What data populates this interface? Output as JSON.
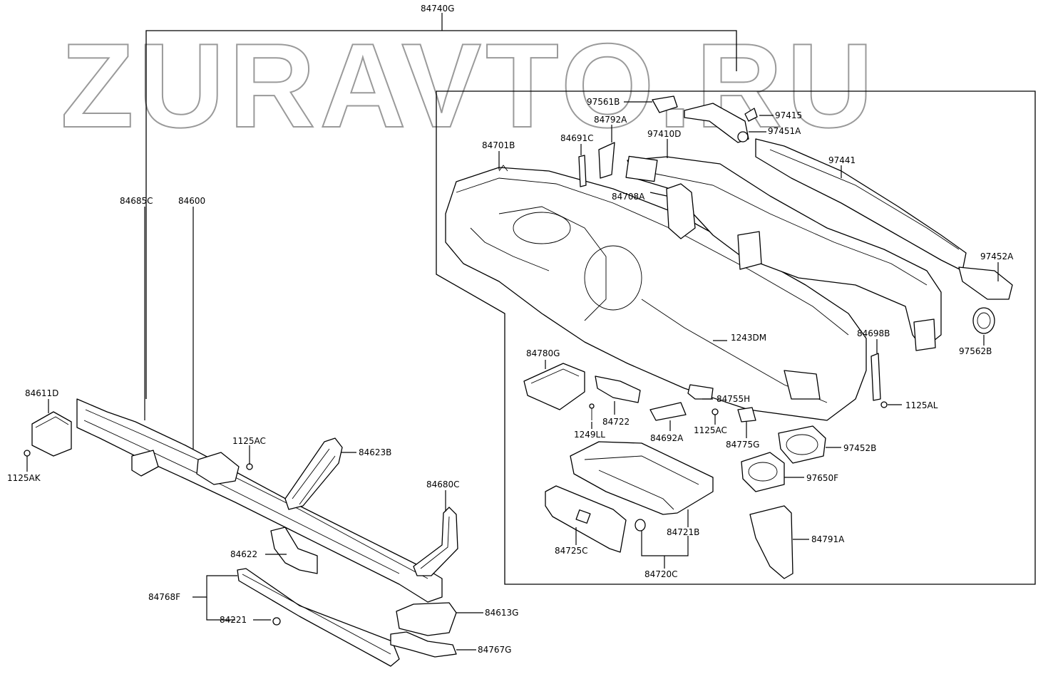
{
  "watermark": "ZURAVTO.RU",
  "parts": {
    "p84740G": "84740G",
    "p84685C": "84685C",
    "p84600": "84600",
    "p84611D": "84611D",
    "p1125AK": "1125AK",
    "p1125AC_left": "1125AC",
    "p84623B": "84623B",
    "p84680C": "84680C",
    "p84622": "84622",
    "p84768F": "84768F",
    "p84221": "84221",
    "p84613G": "84613G",
    "p84767G": "84767G",
    "p97561B": "97561B",
    "p84792A": "84792A",
    "p84691C": "84691C",
    "p97410D": "97410D",
    "p97415": "97415",
    "p97451A": "97451A",
    "p84701B": "84701B",
    "p97441": "97441",
    "p84708A": "84708A",
    "p97452A": "97452A",
    "p1243DM": "1243DM",
    "p84698B": "84698B",
    "p97562B": "97562B",
    "p84780G": "84780G",
    "p84755H": "84755H",
    "p1125AL": "1125AL",
    "p84722": "84722",
    "p1249LL": "1249LL",
    "p84692A": "84692A",
    "p1125AC_right": "1125AC",
    "p84775G": "84775G",
    "p97452B": "97452B",
    "p97650F": "97650F",
    "p84721B": "84721B",
    "p84725C": "84725C",
    "p84791A": "84791A",
    "p84720C": "84720C"
  }
}
